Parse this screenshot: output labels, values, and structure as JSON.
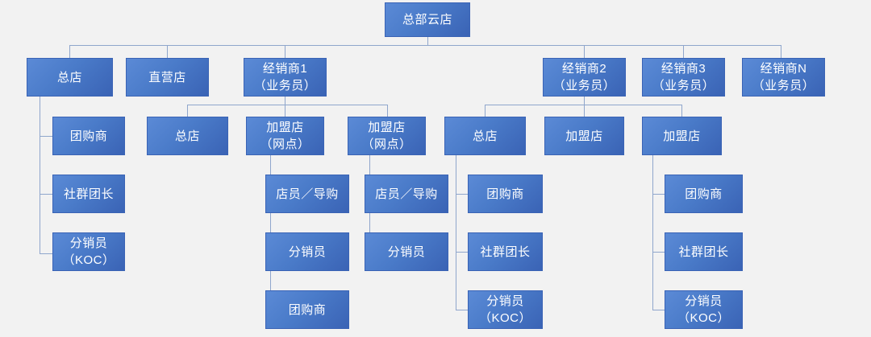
{
  "diagram": {
    "title": "",
    "type": "org-chart",
    "colors": {
      "background": "#f2f2f2",
      "node_fill_light": "#5b8ad6",
      "node_fill_dark": "#3a63b5",
      "node_text": "#ffffff",
      "connector": "#8fa6cc"
    },
    "nodes": {
      "root": {
        "line1": "总部云店",
        "line2": ""
      },
      "l2_zongdian": {
        "line1": "总店",
        "line2": ""
      },
      "l2_zhiyingdian": {
        "line1": "直营店",
        "line2": ""
      },
      "l2_jingxiaoshang1": {
        "line1": "经销商1",
        "line2": "（业务员）"
      },
      "l2_jingxiaoshang2": {
        "line1": "经销商2",
        "line2": "（业务员）"
      },
      "l2_jingxiaoshang3": {
        "line1": "经销商3",
        "line2": "（业务员）"
      },
      "l2_jingxiaoshangN": {
        "line1": "经销商N",
        "line2": "（业务员）"
      },
      "l3_tuangoushang_a": {
        "line1": "团购商",
        "line2": ""
      },
      "l3_zongdian_b": {
        "line1": "总店",
        "line2": ""
      },
      "l3_jiamengdian_c": {
        "line1": "加盟店",
        "line2": "（网点）"
      },
      "l3_jiamengdian_d": {
        "line1": "加盟店",
        "line2": "（网点）"
      },
      "l3_zongdian_e": {
        "line1": "总店",
        "line2": ""
      },
      "l3_jiamengdian_f": {
        "line1": "加盟店",
        "line2": ""
      },
      "l3_jiamengdian_g": {
        "line1": "加盟店",
        "line2": ""
      },
      "l4_shequntuanzhang_a": {
        "line1": "社群团长",
        "line2": ""
      },
      "l4_fenxiaoyuan_a": {
        "line1": "分销员",
        "line2": "（KOC）"
      },
      "l4_dianyuan_c": {
        "line1": "店员／导购",
        "line2": ""
      },
      "l4_fenxiaoyuan_c": {
        "line1": "分销员",
        "line2": ""
      },
      "l4_tuangoushang_c": {
        "line1": "团购商",
        "line2": ""
      },
      "l4_dianyuan_d": {
        "line1": "店员／导购",
        "line2": ""
      },
      "l4_fenxiaoyuan_d": {
        "line1": "分销员",
        "line2": ""
      },
      "l4_tuangoushang_e": {
        "line1": "团购商",
        "line2": ""
      },
      "l4_shequntuanzhang_e": {
        "line1": "社群团长",
        "line2": ""
      },
      "l4_fenxiaoyuan_e": {
        "line1": "分销员",
        "line2": "（KOC）"
      },
      "l4_tuangoushang_g": {
        "line1": "团购商",
        "line2": ""
      },
      "l4_shequntuanzhang_g": {
        "line1": "社群团长",
        "line2": ""
      },
      "l4_fenxiaoyuan_g": {
        "line1": "分销员",
        "line2": "（KOC）"
      }
    }
  }
}
